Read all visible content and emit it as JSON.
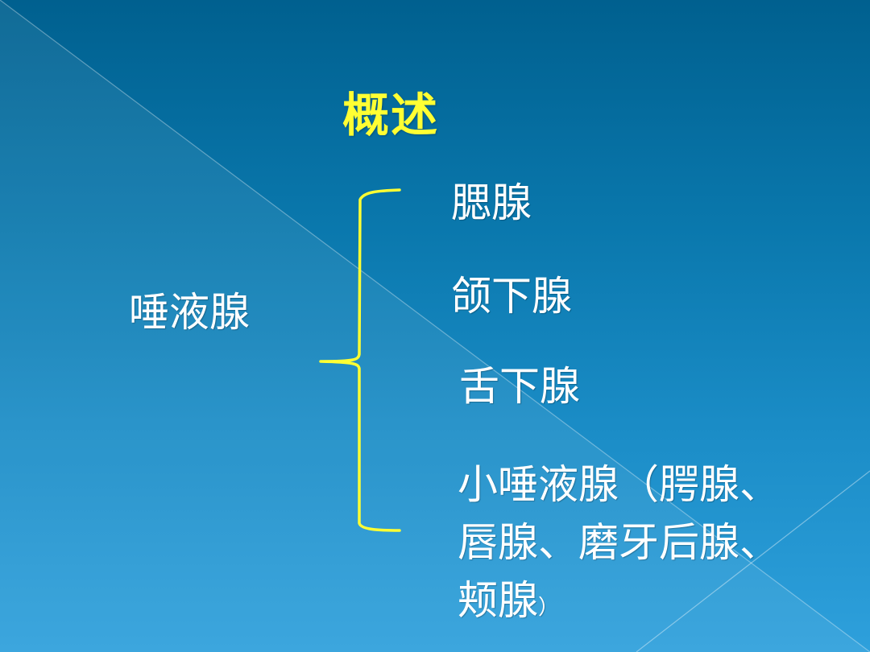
{
  "slide": {
    "title": "概述",
    "main_label": "唾液腺",
    "items": [
      {
        "label": "腮腺"
      },
      {
        "label": "颌下腺"
      },
      {
        "label": "舌下腺"
      },
      {
        "label_line1": "小唾液腺（腭腺、",
        "label_line2": "唇腺、磨牙后腺、",
        "label_line3": "颊腺",
        "label_close": "）"
      }
    ]
  },
  "colors": {
    "title": "#ffff33",
    "text": "#ffffff",
    "brace": "#ffff33",
    "bg_top": "#00608f",
    "bg_bottom": "#2ea0dc"
  }
}
